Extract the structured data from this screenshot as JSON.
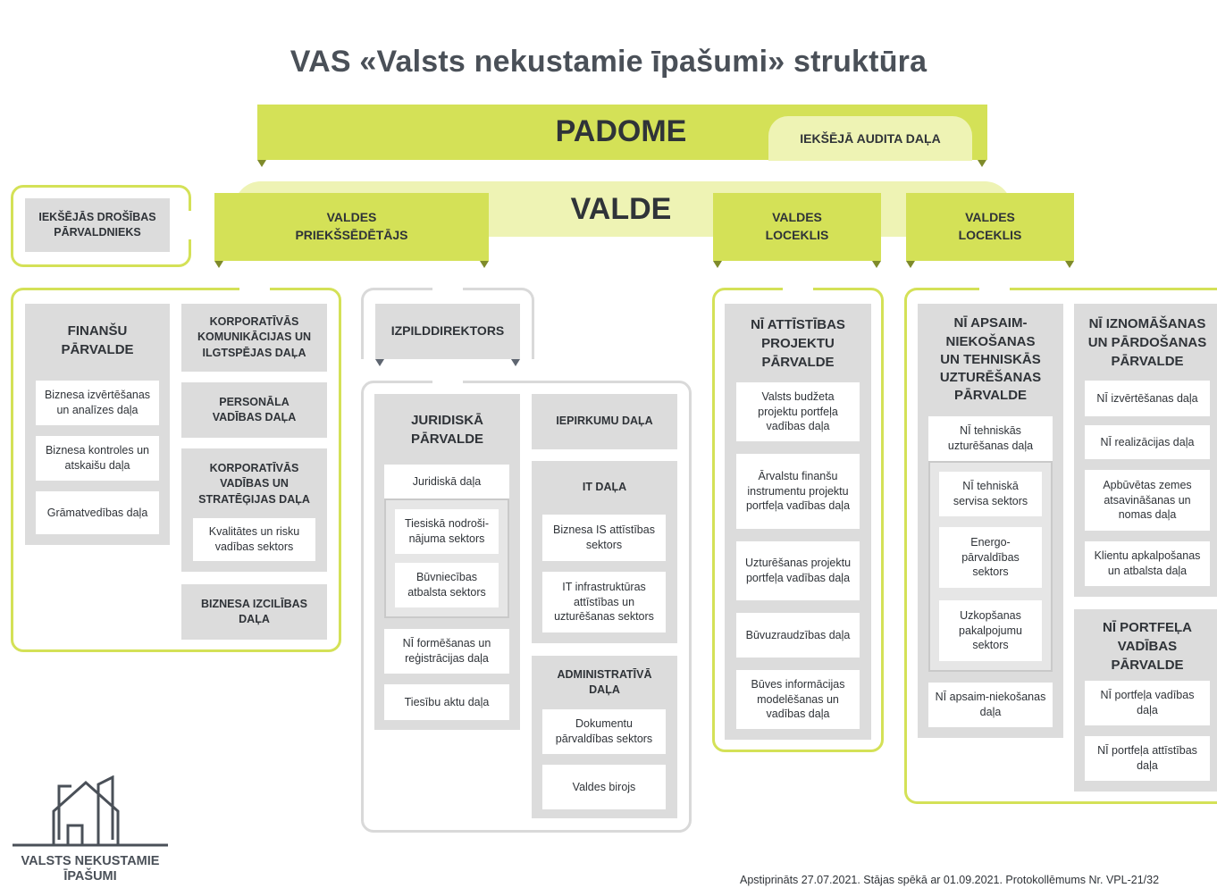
{
  "title": "VAS «Valsts nekustamie īpašumi» struktūra",
  "colors": {
    "accent": "#d4e157",
    "accent_light": "#eef3b4",
    "box_grey": "#dcdcdc",
    "text": "#2f3338"
  },
  "top": {
    "padome": "PADOME",
    "audit": "IEKŠĒJĀ AUDITA DAĻA",
    "valde": "VALDE",
    "security_1": "IEKŠĒJĀS DROŠĪBAS",
    "security_2": "PĀRVALDNIEKS",
    "chair_1": "VALDES",
    "chair_2": "PRIEKŠSĒDĒTĀJS",
    "member1_1": "VALDES",
    "member1_2": "LOCEKLIS",
    "member2_1": "VALDES",
    "member2_2": "LOCEKLIS"
  },
  "fin": {
    "title_1": "FINANŠU",
    "title_2": "PĀRVALDE",
    "items": [
      "Biznesa izvērtēšanas un analīzes daļa",
      "Biznesa kontroles un atskaišu daļa",
      "Grāmatvedības daļa"
    ]
  },
  "corp": {
    "comm": "KORPORATĪVĀS KOMUNIKĀCIJAS UN ILGTSPĒJAS DAĻA",
    "hr": "PERSONĀLA VADĪBAS DAĻA",
    "strat": "KORPORATĪVĀS VADĪBAS UN STRATĒĢIJAS DAĻA",
    "risk": "Kvalitātes un risku vadības sektors",
    "excel": "BIZNESA IZCILĪBAS DAĻA"
  },
  "exec": {
    "title": "IZPILDDIREKTORS",
    "legal_title_1": "JURIDISKĀ",
    "legal_title_2": "PĀRVALDE",
    "legal_items": [
      "Juridiskā daļa",
      "Tiesiskā nodroši-nājuma sektors",
      "Būvniecības atbalsta sektors",
      "NĪ formēšanas un reģistrācijas daļa",
      "Tiesību aktu daļa"
    ],
    "procure": "IEPIRKUMU DAĻA",
    "it_title": "IT DAĻA",
    "it_items": [
      "Biznesa IS attīstības sektors",
      "IT infrastruktūras attīstības un uzturēšanas sektors"
    ],
    "admin_title": "ADMINISTRATĪVĀ DAĻA",
    "admin_items": [
      "Dokumentu pārvaldības sektors",
      "Valdes birojs"
    ]
  },
  "dev": {
    "title_1": "NĪ ATTĪSTĪBAS",
    "title_2": "PROJEKTU",
    "title_3": "PĀRVALDE",
    "items": [
      "Valsts budžeta projektu portfeļa vadības daļa",
      "Ārvalstu finanšu instrumentu projektu portfeļa vadības daļa",
      "Uzturēšanas projektu portfeļa vadības daļa",
      "Būvuzraudzības daļa",
      "Būves informācijas modelēšanas un vadības daļa"
    ]
  },
  "maint": {
    "title_1": "NĪ APSAIM-",
    "title_2": "NIEKOŠANAS",
    "title_3": "UN TEHNISKĀS",
    "title_4": "UZTURĒŠANAS",
    "title_5": "PĀRVALDE",
    "items": [
      "NĪ tehniskās uzturēšanas daļa",
      "NĪ tehniskā servisa sektors",
      "Energo-pārvaldības sektors",
      "Uzkopšanas pakalpojumu sektors",
      "NĪ apsaim-niekošanas daļa"
    ]
  },
  "rent": {
    "title_1": "NĪ IZNOMĀŠANAS",
    "title_2": "UN PĀRDOŠANAS",
    "title_3": "PĀRVALDE",
    "items": [
      "NĪ izvērtēšanas daļa",
      "NĪ realizācijas daļa",
      "Apbūvētas zemes atsavināšanas un nomas daļa",
      "Klientu apkalpošanas un atbalsta daļa"
    ]
  },
  "portfolio": {
    "title_1": "NĪ PORTFEĻA",
    "title_2": "VADĪBAS",
    "title_3": "PĀRVALDE",
    "items": [
      "NĪ portfeļa vadības daļa",
      "NĪ portfeļa attīstības daļa"
    ]
  },
  "logo": {
    "line1": "VALSTS NEKUSTAMIE",
    "line2": "ĪPAŠUMI"
  },
  "footer": "Apstiprināts 27.07.2021. Stājas spēkā ar 01.09.2021. Protokollēmums Nr. VPL-21/32"
}
